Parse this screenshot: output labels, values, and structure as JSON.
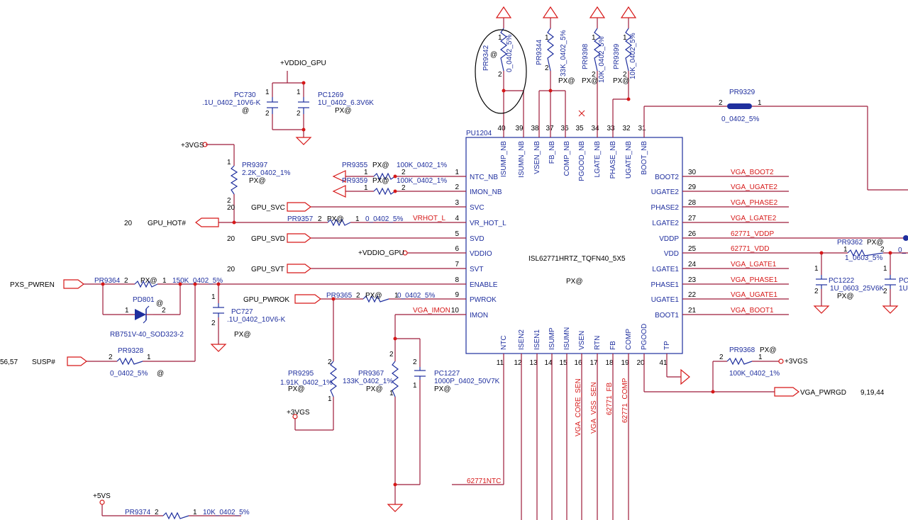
{
  "ic": {
    "refdes": "PU1204",
    "part": "ISL62771HRTZ_TQFN40_5X5",
    "variant": "PX@",
    "left_pins": [
      {
        "num": "1",
        "name": "NTC_NB"
      },
      {
        "num": "2",
        "name": "IMON_NB"
      },
      {
        "num": "3",
        "name": "SVC"
      },
      {
        "num": "4",
        "name": "VR_HOT_L"
      },
      {
        "num": "5",
        "name": "SVD"
      },
      {
        "num": "6",
        "name": "VDDIO"
      },
      {
        "num": "7",
        "name": "SVT"
      },
      {
        "num": "8",
        "name": "ENABLE"
      },
      {
        "num": "9",
        "name": "PWROK"
      },
      {
        "num": "10",
        "name": "IMON"
      }
    ],
    "right_pins": [
      {
        "num": "30",
        "name": "BOOT2",
        "net": "VGA_BOOT2"
      },
      {
        "num": "29",
        "name": "UGATE2",
        "net": "VGA_UGATE2"
      },
      {
        "num": "28",
        "name": "PHASE2",
        "net": "VGA_PHASE2"
      },
      {
        "num": "27",
        "name": "LGATE2",
        "net": "VGA_LGATE2"
      },
      {
        "num": "26",
        "name": "VDDP",
        "net": "62771_VDDP"
      },
      {
        "num": "25",
        "name": "VDD",
        "net": "62771_VDD"
      },
      {
        "num": "24",
        "name": "LGATE1",
        "net": "VGA_LGATE1"
      },
      {
        "num": "23",
        "name": "PHASE1",
        "net": "VGA_PHASE1"
      },
      {
        "num": "22",
        "name": "UGATE1",
        "net": "VGA_UGATE1"
      },
      {
        "num": "21",
        "name": "BOOT1",
        "net": "VGA_BOOT1"
      }
    ],
    "top_pins": [
      {
        "num": "40",
        "name": "ISUMP_NB"
      },
      {
        "num": "39",
        "name": "ISUMN_NB"
      },
      {
        "num": "38",
        "name": "VSEN_NB"
      },
      {
        "num": "37",
        "name": "FB_NB"
      },
      {
        "num": "36",
        "name": "COMP_NB"
      },
      {
        "num": "35",
        "name": "PGOOD_NB"
      },
      {
        "num": "34",
        "name": "LGATE_NB"
      },
      {
        "num": "33",
        "name": "PHASE_NB"
      },
      {
        "num": "32",
        "name": "UGATE_NB"
      },
      {
        "num": "31",
        "name": "BOOT_NB"
      }
    ],
    "bottom_pins": [
      {
        "num": "11",
        "name": "NTC"
      },
      {
        "num": "12",
        "name": "ISEN2"
      },
      {
        "num": "13",
        "name": "ISEN1"
      },
      {
        "num": "14",
        "name": "ISUMP"
      },
      {
        "num": "15",
        "name": "ISUMN"
      },
      {
        "num": "16",
        "name": "VSEN"
      },
      {
        "num": "17",
        "name": "RTN"
      },
      {
        "num": "18",
        "name": "FB"
      },
      {
        "num": "19",
        "name": "COMP"
      },
      {
        "num": "20",
        "name": "PGOOD"
      },
      {
        "num": "41",
        "name": "TP"
      }
    ]
  },
  "nets": {
    "vddio_gpu": "+VDDIO_GPU",
    "vgs_a": "+3VGS",
    "vgs_b": "+3VGS",
    "vgs_c": "+3VGS",
    "vs5": "+5VS",
    "gpu_svc": "GPU_SVC",
    "gpu_svd": "GPU_SVD",
    "gpu_svt": "GPU_SVT",
    "gpu_hot": "GPU_HOT#",
    "gpu_pwrok": "GPU_PWROK",
    "vddio_gpu_pin": "+VDDIO_GPU",
    "pxs_pwren": "PXS_PWREN",
    "susp": "SUSP#",
    "vrhot_l": "VRHOT_L",
    "vga_imon": "VGA_IMON",
    "vga_pwrgd": "VGA_PWRGD",
    "ntc_net": "62771NTC",
    "vga_core_sen": "VGA_CORE_SEN",
    "vga_vss_sen": "VGA_VSS_SEN",
    "fb_net": "62771_FB",
    "comp_net": "62771_COMP"
  },
  "page_refs": {
    "svc": "20",
    "hot": "20",
    "svd": "20",
    "svt": "20",
    "susp": "56,57",
    "pwrgd": "9,19,44"
  },
  "components": {
    "pc730": {
      "ref": "PC730",
      "value": ".1U_0402_10V6-K",
      "variant": "@",
      "p1": "1",
      "p2": "2"
    },
    "pc1269": {
      "ref": "PC1269",
      "value": "1U_0402_6.3V6K",
      "variant": "PX@",
      "p1": "1",
      "p2": "2"
    },
    "pr9397": {
      "ref": "PR9397",
      "value": "2.2K_0402_1%",
      "variant": "PX@",
      "p1": "1",
      "p2": "2"
    },
    "pr9355": {
      "ref": "PR9355",
      "value": "100K_0402_1%",
      "variant": "PX@",
      "p1": "1",
      "p2": "2"
    },
    "pr9359": {
      "ref": "PR9359",
      "value": "100K_0402_1%",
      "variant": "PX@",
      "p1": "1",
      "p2": "2"
    },
    "pr9357": {
      "ref": "PR9357",
      "value": "0_0402_5%",
      "variant": "PX@",
      "p1": "2",
      "p2": "1"
    },
    "pr9364": {
      "ref": "PR9364",
      "value": "150K_0402_5%",
      "variant": "PX@",
      "p1": "2",
      "p2": "1"
    },
    "pd801": {
      "ref": "PD801",
      "value": "RB751V-40_SOD323-2",
      "variant": "@",
      "p1": "1",
      "p2": "2"
    },
    "pc727": {
      "ref": "PC727",
      "value": ".1U_0402_10V6-K",
      "variant": "PX@",
      "p1": "1",
      "p2": "2"
    },
    "pr9328": {
      "ref": "PR9328",
      "value": "0_0402_5%",
      "variant": "@",
      "p1": "2",
      "p2": "1"
    },
    "pr9365": {
      "ref": "PR9365",
      "value": "0_0402_5%",
      "variant": "PX@",
      "p1": "2",
      "p2": "1"
    },
    "pr9295": {
      "ref": "PR9295",
      "value": "1.91K_0402_1%",
      "variant": "PX@",
      "p1": "2",
      "p2": "1"
    },
    "pr9367": {
      "ref": "PR9367",
      "value": "133K_0402_1%",
      "variant": "PX@",
      "p1": "2",
      "p2": "1"
    },
    "pc1227": {
      "ref": "PC1227",
      "value": "1000P_0402_50V7K",
      "variant": "PX@",
      "p1": "2",
      "p2": "1"
    },
    "pr9374": {
      "ref": "PR9374",
      "value": "10K_0402_5%",
      "p1": "2",
      "p2": "1"
    },
    "pr9342": {
      "ref": "PR9342",
      "value": "0_0402_5%",
      "variant": "@",
      "p1": "1",
      "p2": "2"
    },
    "pr9344": {
      "ref": "PR9344",
      "value": "33K_0402_5%",
      "variant": "PX@",
      "p1": "1",
      "p2": "2"
    },
    "pr9398": {
      "ref": "PR9398",
      "value": "10K_0402_5%",
      "variant": "PX@",
      "p1": "1",
      "p2": "2"
    },
    "pr9399": {
      "ref": "PR9399",
      "value": "10K_0402_5%",
      "variant": "PX@",
      "p1": "1",
      "p2": "2"
    },
    "pr9329": {
      "ref": "PR9329",
      "value": "0_0402_5%",
      "p1": "2",
      "p2": "1"
    },
    "pr9362": {
      "ref": "PR9362",
      "value": "1_0603_5%",
      "variant": "PX@",
      "p1": "1",
      "p2": "2",
      "partial": "0_"
    },
    "pc1222": {
      "ref": "PC1222",
      "value": "1U_0603_25V6K",
      "variant": "PX@",
      "p1": "1",
      "p2": "2"
    },
    "pc_clip": {
      "ref": "PC",
      "value": "1U",
      "p1": "1",
      "p2": "2"
    },
    "pr9368": {
      "ref": "PR9368",
      "value": "100K_0402_1%",
      "variant": "PX@",
      "p1": "2",
      "p2": "1"
    }
  },
  "colors": {
    "symbol": "#1f2f9e",
    "wire": "#9e1c3a",
    "net_label": "#d61818",
    "text": "#000000"
  }
}
